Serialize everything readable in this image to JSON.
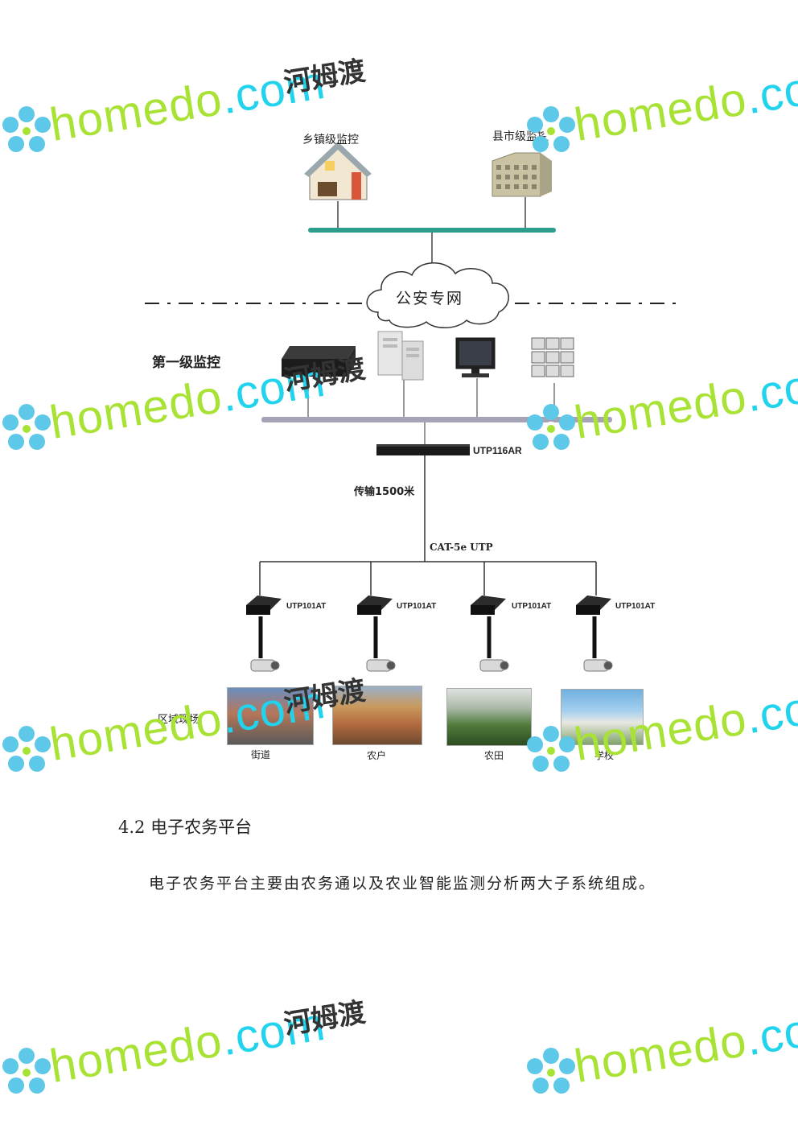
{
  "diagram": {
    "top_left_label": "乡镇级监控",
    "top_right_label": "县市级监控",
    "cloud_label": "公安专网",
    "first_level_label": "第一级监控",
    "switch_label": "UTP116AR",
    "transmission_label": "传输1500米",
    "cable_label": "CAT-5e UTP",
    "receivers": [
      {
        "label": "UTP101AT"
      },
      {
        "label": "UTP101AT"
      },
      {
        "label": "UTP101AT"
      },
      {
        "label": "UTP101AT"
      }
    ],
    "area_label": "区域现场",
    "sites": [
      {
        "label": "街道"
      },
      {
        "label": "农户"
      },
      {
        "label": "农田"
      },
      {
        "label": "学校"
      }
    ]
  },
  "section": {
    "heading": "4.2 电子农务平台",
    "paragraph": "电子农务平台主要由农务通以及农业智能监测分析两大子系统组成。"
  },
  "watermark": {
    "brand": "homedo",
    "suffix": ".com",
    "cn": "河姆渡",
    "colors": {
      "green": "#a8e234",
      "cyan": "#22d3ee"
    }
  }
}
